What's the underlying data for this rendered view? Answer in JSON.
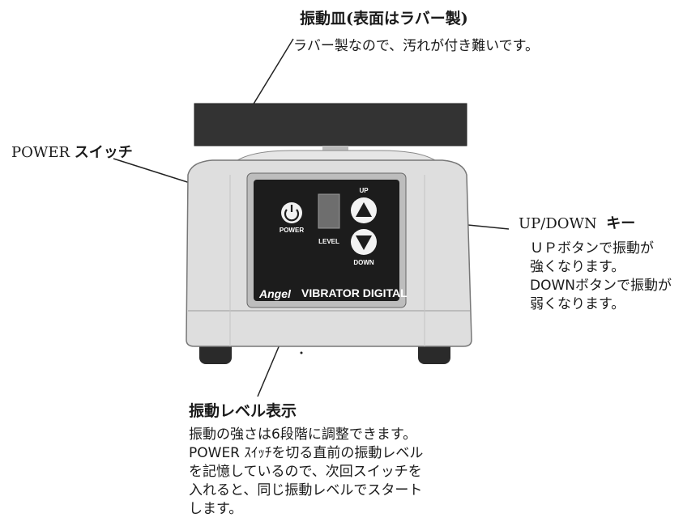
{
  "vibration_plate": {
    "title": "振動皿(表面はラバー製)",
    "description": "ラバー製なので、汚れが付き難いです。"
  },
  "power_switch": {
    "label_en": "POWER",
    "label_jp": "スイッチ"
  },
  "updown": {
    "label_en": "UP/DOWN",
    "label_jp": "キー",
    "description_lines": [
      "ＵＰボタンで振動が",
      "強くなります。",
      "DOWNボタンで振動が",
      "弱くなります。"
    ]
  },
  "level_display": {
    "title": "振動レベル表示",
    "description_lines": [
      "振動の強さは6段階に調整できます。",
      "POWER ｽｲｯﾁを切る直前の振動レベル",
      "を記憶しているので、次回スイッチを",
      "入れると、同じ振動レベルでスタート",
      "します。"
    ]
  },
  "panel": {
    "power_button_label": "POWER",
    "level_label": "LEVEL",
    "up_label": "UP",
    "down_label": "DOWN",
    "brand": "Angel",
    "product_name": "VIBRATOR DIGITAL"
  },
  "colors": {
    "plate": "#333333",
    "body": "#dedede",
    "panel": "#1c1c1c"
  }
}
